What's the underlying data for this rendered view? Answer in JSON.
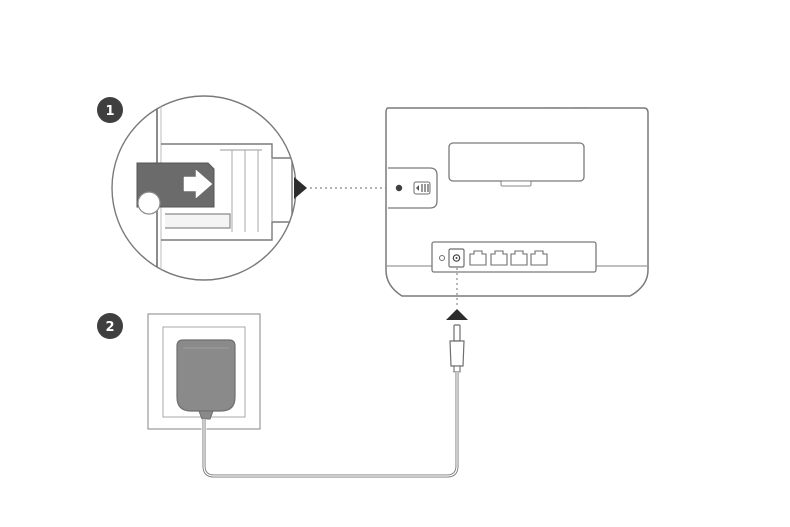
{
  "steps": [
    {
      "number": "1"
    },
    {
      "number": "2"
    }
  ],
  "colors": {
    "outline": "#6e6e6e",
    "badge": "#3f3f3f",
    "sim_card": "#6b6b6b",
    "adapter": "#8a8a8a",
    "arrow": "#2d2d2d",
    "background": "#ffffff"
  },
  "icons": [
    "sim-insert-magnifier",
    "router-rear-view",
    "power-adapter-in-outlet",
    "power-cable",
    "dc-plug"
  ]
}
